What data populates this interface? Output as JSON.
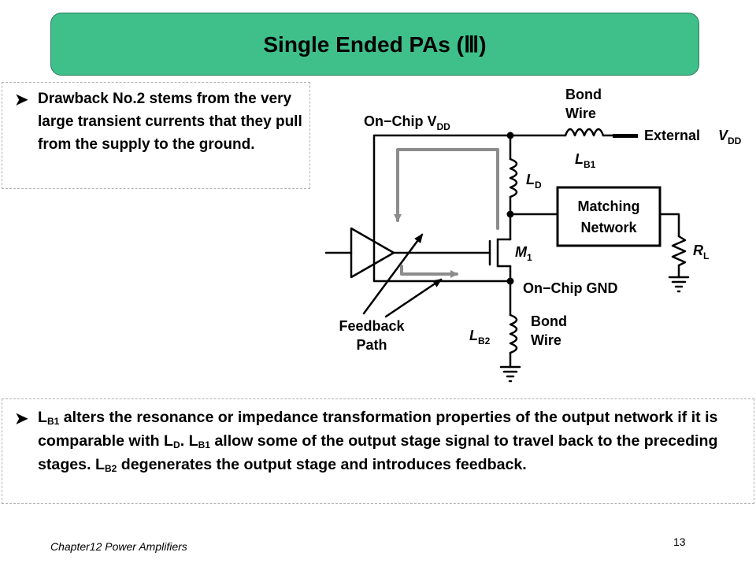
{
  "title": "Single Ended PAs (Ⅲ)",
  "bullet1": "Drawback No.2 stems from the very large transient currents that they pull from the supply to the ground.",
  "bullet2": {
    "p1": "L",
    "s1": "B1",
    "p2": " alters the resonance or impedance transformation properties of the output network if it is comparable with L",
    "s2": "D",
    "p3": ". L",
    "s3": "B1",
    "p4": " allow some of the output stage signal to travel back to the preceding stages. L",
    "s4": "B2",
    "p5": " degenerates the output stage and introduces feedback."
  },
  "diagram": {
    "bond_wire_top_1": "Bond",
    "bond_wire_top_2": "Wire",
    "onchip_vdd": "On−Chip V",
    "onchip_vdd_sub": "DD",
    "external": "External",
    "external_v": "V",
    "external_v_sub": "DD",
    "lb1": "L",
    "lb1_sub": "B1",
    "ld": "L",
    "ld_sub": "D",
    "matching_1": "Matching",
    "matching_2": "Network",
    "m1": "M",
    "m1_sub": "1",
    "rl": "R",
    "rl_sub": "L",
    "onchip_gnd": "On−Chip GND",
    "feedback_1": "Feedback",
    "feedback_2": "Path",
    "lb2": "L",
    "lb2_sub": "B2",
    "bond_wire_bot_1": "Bond",
    "bond_wire_bot_2": "Wire"
  },
  "footer": {
    "chapter": "Chapter12 Power Amplifiers",
    "page": "13"
  }
}
